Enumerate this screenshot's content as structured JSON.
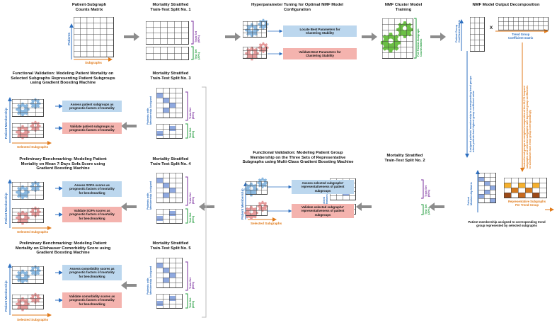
{
  "top": {
    "matrix_title": "Patient-Subgraph\nCounts Matrix",
    "patients": "Patients",
    "subgraphs": "Subgraphs",
    "split1_title": "Mortality Stratified\nTrain-Test Split No. 1",
    "train_set": "Train Set\n(80%)",
    "test_set": "Test Set\n(20%)",
    "hyper_title": "Hyperparameter Tuning for Optimal NMF Model\nConfiguration",
    "locate": "Locate Best Parameters for\nClustering Stability",
    "validate": "Validate Best Parameters for\nClustering Stability",
    "nmf_title": "NMF Cluster Model\nTraining",
    "full_matrix": "Full Patient-Subgraph\nCounts Matrix",
    "decomp_title": "NMF Model Output Decomposition",
    "patient_group": "Patient Group\nCoefficient Matrix",
    "x": "X",
    "trend_group": "Trend Group\nCoefficient matrix"
  },
  "right": {
    "assign_patients": "Assigned patients' membership to corresponding trend groups\nwhere patients had highest group coefficient value",
    "ranked_trend": "Ranked trend groups as weighted composites of the 22,371 frequent\nsubgraphs and selected subgraphs with top trend group coefficients\nto summarize each trend group correspondingly",
    "patient_membership_matrix": "Patient\nMembership Matrix",
    "representative": "Representative Subgraphs\nPer Trend Group",
    "caption": "Patient membership assigned to corresponding trend\ngroup represented by selected subgraphs"
  },
  "middle": {
    "split2_title": "Mortality Stratified\nTrain-Test Split No. 2",
    "func_title": "Functional Validation: Modeling Patient Group\nMembership on the Three Sets of Representative\nSubgraphs using Multi-Class Gradient Boosting Machine",
    "assess": "Assess selected subgraphs'\nrepresentativeness of patient\nsubgroups",
    "validate": "Validate selected subgraphs'\nrepresentativeness of patient\nsubgroups",
    "patient_membership": "Patient Membership",
    "selected_subgraphs": "Selected Subgraphs",
    "membership_matrix": "Patient\nMembership Matrix",
    "train_set": "Train Set\n(80%)",
    "test_set": "Test Set\n(20%)"
  },
  "left": {
    "row1_title": "Functional Validation: Modeling Patient Mortality on\nSelected Subgraphs Representing Patient Subgroups\nusing Gradient Boosting Machine",
    "row1_assess": "Assess patient subgroups as\nprognostic factors of mortality",
    "row1_validate": "Validate patient subgroups as\nprognostic factors of mortality",
    "split3_title": "Mortality Stratified\nTrain-Test Split No. 3",
    "row2_title": "Preliminary Benchmarking: Modeling Patient\nMortality on Mean 7-Days Sofa Score using\nGradient Boosting Machine",
    "row2_assess": "Assess SOFA scores as\nprognostic factors of mortality\nfor benchmarking",
    "row2_validate": "Validate SOFA scores as\nprognostic factors of mortality\nfor benchmarking",
    "split4_title": "Mortality Stratified\nTrain-Test Split No. 4",
    "row3_title": "Preliminary Benchmarking: Modeling Patient\nMortality on Elixhauser Comorbidity Score using\nGradient Boosting Machine",
    "row3_assess": "Assess comorbidity scores as\nprognostic factors of mortality\nfor benchmarking",
    "row3_validate": "Validate comorbidity scores as\nprognostic factors of mortality\nfor benchmarking",
    "split5_title": "Mortality Stratified\nTrain-Test Split No. 5",
    "patient_membership": "Patient Membership",
    "selected_subgraphs": "Selected Subgraphs",
    "patients_with_membership": "Patients with\nMembership Assigned",
    "train_set": "Train Set\n(80%)",
    "test_set": "Test Set\n(20%)"
  },
  "colors": {
    "blue": "#2d6fc0",
    "orange": "#e07a1a",
    "green": "#1e9a3a",
    "purple": "#7a2f9e",
    "gear_blue": "#8ab8e0",
    "gear_pink": "#e59a9a",
    "gear_green": "#6bbf45",
    "arrow": "#8c8c8c"
  }
}
